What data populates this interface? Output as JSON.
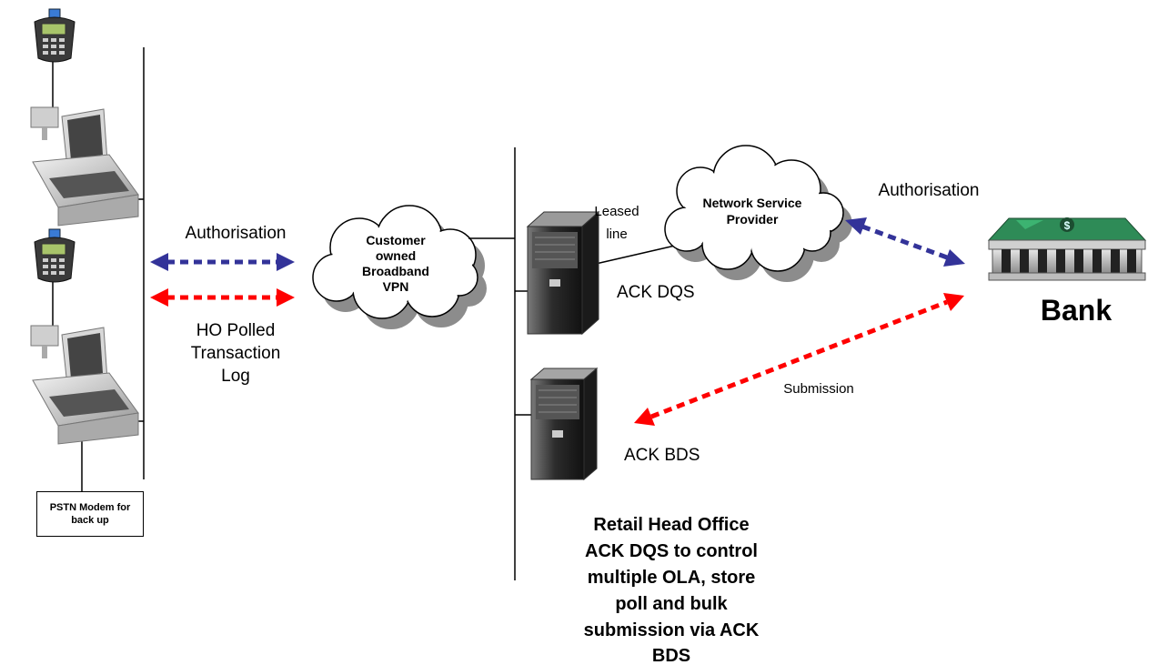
{
  "labels": {
    "authorisation_left": "Authorisation",
    "ho_polled_1": "HO Polled",
    "ho_polled_2": "Transaction",
    "ho_polled_3": "Log",
    "vpn_1": "Customer",
    "vpn_2": "owned",
    "vpn_3": "Broadband",
    "vpn_4": "VPN",
    "leased_1": "Leased",
    "leased_2": "line",
    "nsp_1": "Network Service",
    "nsp_2": "Provider",
    "authorisation_right": "Authorisation",
    "bank": "Bank",
    "ack_dqs": "ACK DQS",
    "ack_bds": "ACK BDS",
    "submission": "Submission",
    "modem_1": "PSTN Modem for",
    "modem_2": "back up",
    "head_1": "Retail Head Office",
    "head_2": "ACK DQS to control",
    "head_3": "multiple OLA, store",
    "head_4": "poll and bulk",
    "head_5": "submission via ACK",
    "head_6": "BDS"
  },
  "colors": {
    "authorisation_arrow": "#333399",
    "transaction_arrow": "#ff0000",
    "cloud": "#ffffff",
    "cloud_shadow": "#8c8c8c",
    "bank_roof": "#2e8b57"
  },
  "icons": [
    "card-terminal-icon",
    "pos-till-icon",
    "server-icon",
    "cloud-icon",
    "bank-building-icon"
  ]
}
